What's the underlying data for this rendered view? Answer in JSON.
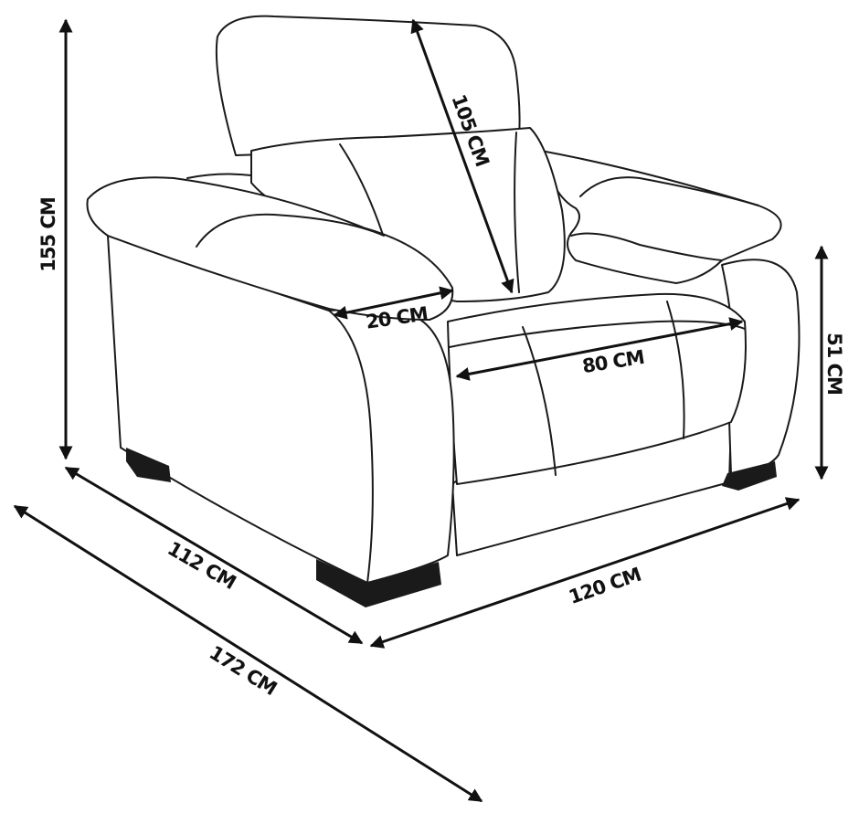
{
  "dimensions": {
    "height_total": "155 CM",
    "back_height": "105 CM",
    "armrest_width": "20 CM",
    "seat_width": "80 CM",
    "seat_height": "51 CM",
    "depth": "112 CM",
    "width": "120 CM",
    "diagonal": "172 CM"
  },
  "colors": {
    "line": "#1a1a1a",
    "background": "#ffffff"
  },
  "icons": {
    "arrow_head": "triangle-arrowhead"
  }
}
